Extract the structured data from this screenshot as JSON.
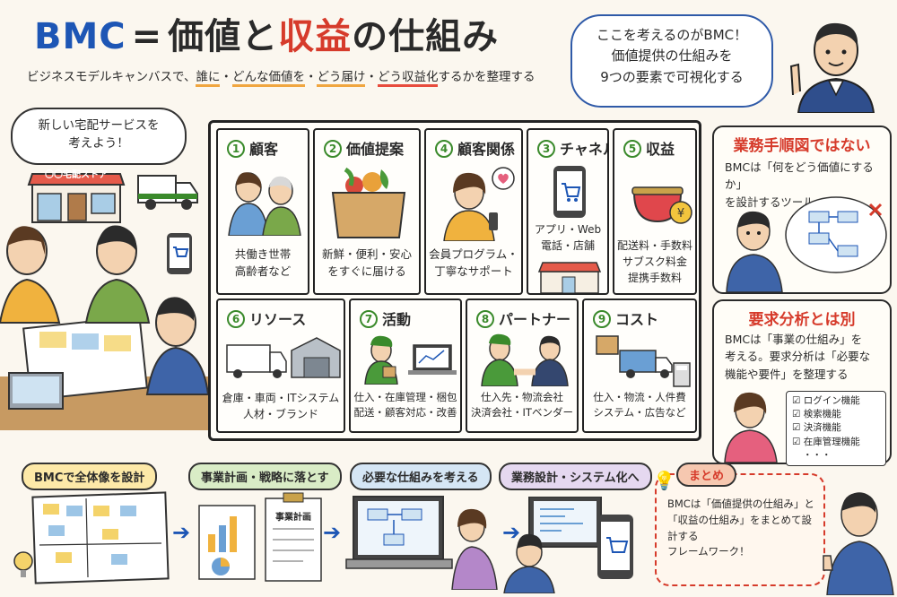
{
  "title": {
    "bmc": "BMC",
    "eq": "=",
    "part1": "価値",
    "part2": "と",
    "part3": "収益",
    "part4": "の仕組み"
  },
  "subtitle": {
    "pre": "ビジネスモデルキャンバスで、",
    "who": "誰に",
    "sep1": "・",
    "what": "どんな価値を",
    "sep2": "・",
    "how": "どう届け",
    "sep3": "・",
    "rev": "どう収益化",
    "post": "するかを整理する"
  },
  "top_bubble": {
    "line1": "ここを考えるのがBMC！",
    "line2": "価値提供の仕組みを",
    "line3": "9つの要素で可視化する"
  },
  "left_bubble": {
    "line1": "新しい宅配サービスを",
    "line2": "考えよう！"
  },
  "store_sign": "〇〇宅配ストア",
  "cells": [
    {
      "num": "1",
      "title": "顧客",
      "desc1": "共働き世帯",
      "desc2": "高齢者など"
    },
    {
      "num": "2",
      "title": "価値提案",
      "desc1": "新鮮・便利・安心",
      "desc2": "をすぐに届ける"
    },
    {
      "num": "4",
      "title": "顧客関係",
      "desc1": "会員プログラム・",
      "desc2": "丁寧なサポート"
    },
    {
      "num": "3",
      "title": "チャネル",
      "desc1": "アプリ・Web",
      "desc2": "電話・店舗"
    },
    {
      "num": "5",
      "title": "収益",
      "desc1": "配送料・手数料",
      "desc2": "サブスク料金",
      "desc3": "提携手数料"
    },
    {
      "num": "6",
      "title": "リソース",
      "desc1": "倉庫・車両・ITシステム",
      "desc2": "人材・ブランド"
    },
    {
      "num": "7",
      "title": "活動",
      "desc1": "仕入・在庫管理・梱包",
      "desc2": "配送・顧客対応・改善"
    },
    {
      "num": "8",
      "title": "パートナー",
      "desc1": "仕入先・物流会社",
      "desc2": "決済会社・ITベンダー"
    },
    {
      "num": "9",
      "title": "コスト",
      "desc1": "仕入・物流・人件費",
      "desc2": "システム・広告など"
    }
  ],
  "side1": {
    "heading": "業務手順図ではない",
    "text1": "BMCは「何をどう価値にするか」",
    "text2": "を設計するツール"
  },
  "side2": {
    "heading": "要求分析とは別",
    "text1": "BMCは「事業の仕組み」を",
    "text2": "考える。要求分析は「必要な",
    "text3": "機能や要件」を整理する",
    "checks": [
      "ログイン機能",
      "検索機能",
      "決済機能",
      "在庫管理機能",
      "・・・"
    ]
  },
  "flow": [
    {
      "label": "BMCで全体像を設計"
    },
    {
      "label": "事業計画・戦略に落とす"
    },
    {
      "label": "必要な仕組みを考える"
    },
    {
      "label": "業務設計・システム化へ"
    }
  ],
  "doc_label": "事業計画",
  "summary": {
    "heading": "まとめ",
    "line1": "BMCは「価値提供の仕組み」と",
    "line2": "「収益の仕組み」をまとめて設計する",
    "line3": "フレームワーク！"
  },
  "colors": {
    "bmc_blue": "#1d56b5",
    "accent_red": "#d63b2b",
    "frame": "#222222",
    "green": "#3a8a2b"
  }
}
